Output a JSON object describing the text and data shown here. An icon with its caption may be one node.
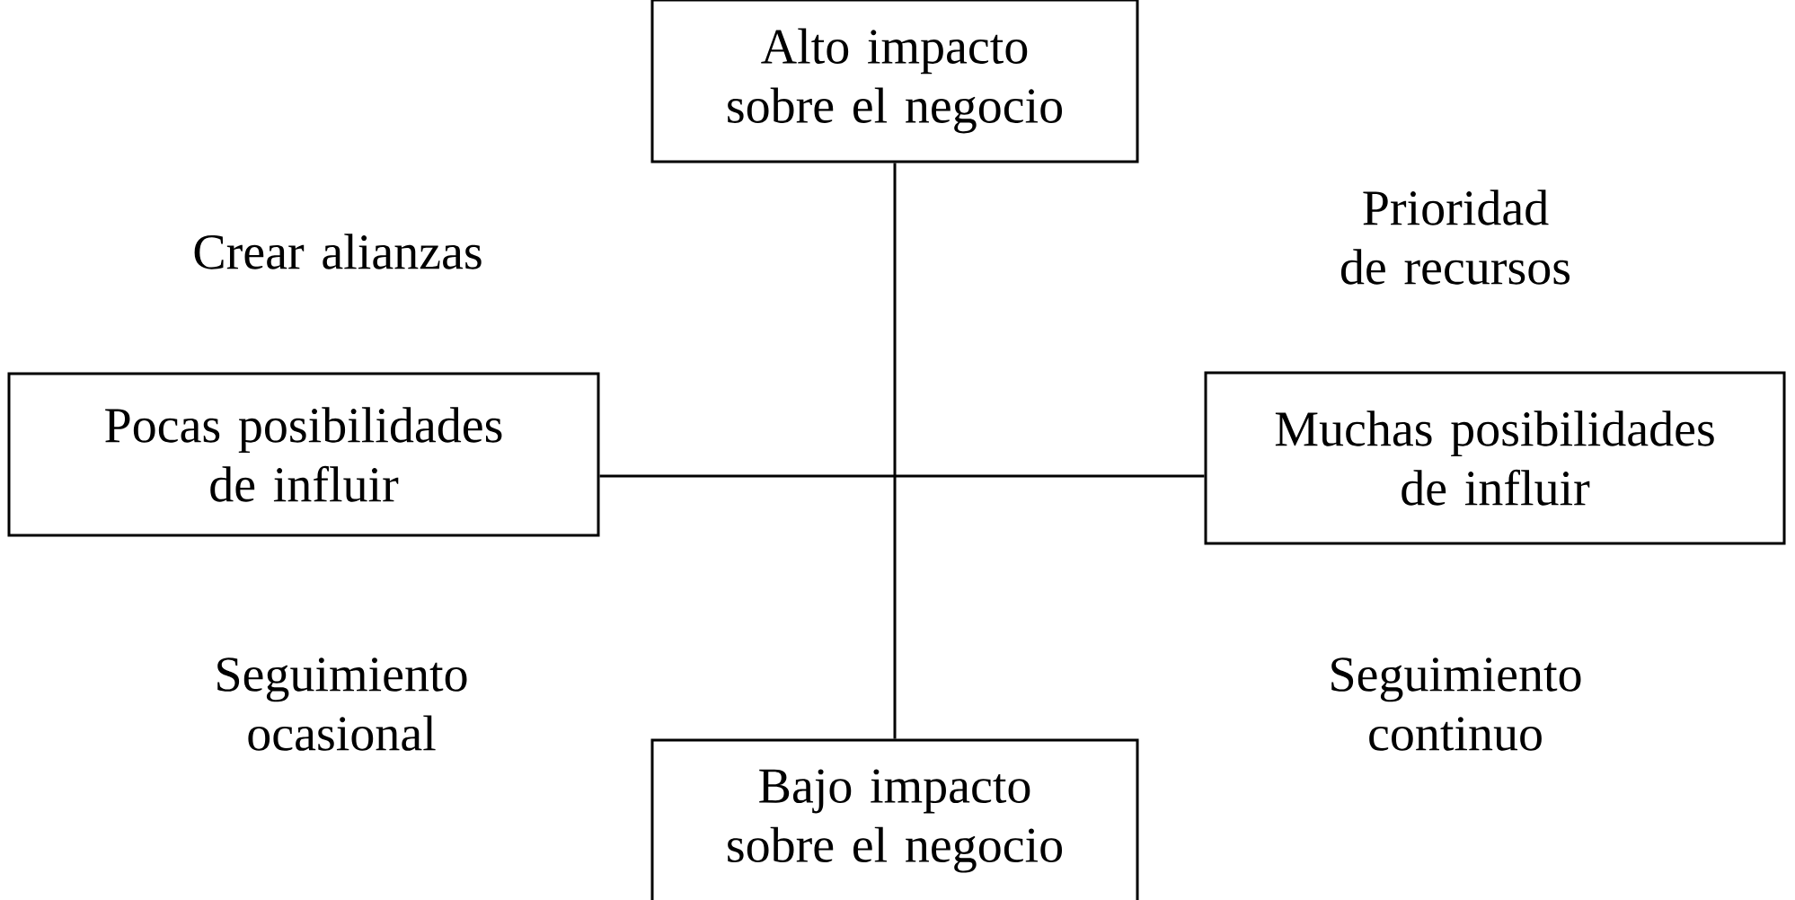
{
  "diagram": {
    "nodes": [
      {
        "text": [
          "Alto impacto sobre el negocio"
        ]
      },
      {
        "text": [
          "Pocas posibilidades de influir"
        ]
      },
      {
        "text": [
          "Muchas posibilidades de influir"
        ]
      },
      {
        "text": [
          "Bajo impacto sobre el negocio"
        ]
      }
    ],
    "edges": [
      {
        "from": 0,
        "to": 3,
        "arrow": "none"
      },
      {
        "from": 1,
        "to": 2,
        "arrow": "none"
      }
    ],
    "labels": [
      "Crear alianzas",
      "Prioridad de recursos",
      "Seguimiento ocasional",
      "Seguimiento continuo"
    ]
  }
}
